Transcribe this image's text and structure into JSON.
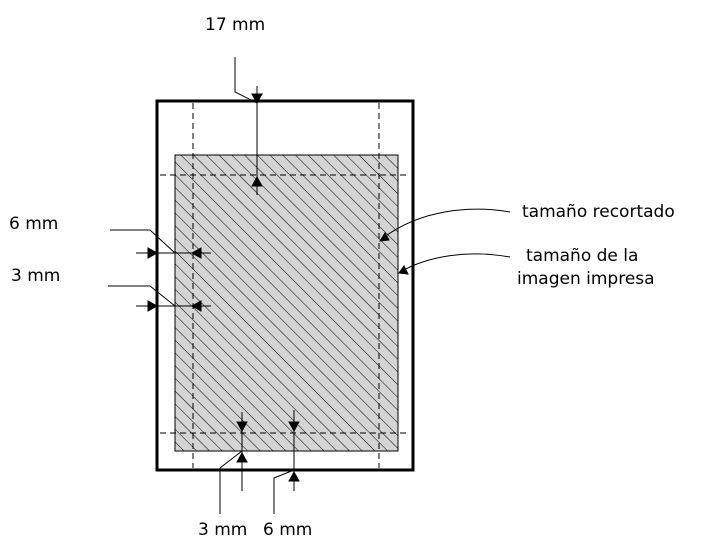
{
  "labels": {
    "top_margin": "17 mm",
    "left_6": "6 mm",
    "left_3": "3 mm",
    "bottom_3": "3 mm",
    "bottom_6": "6 mm",
    "trimmed_size": "tamaño recortado",
    "printed_size_line1": "tamaño de la",
    "printed_size_line2": "imagen impresa"
  },
  "colors": {
    "stroke": "#000000",
    "hatch_fill": "#d4d4d4",
    "background": "#ffffff"
  }
}
